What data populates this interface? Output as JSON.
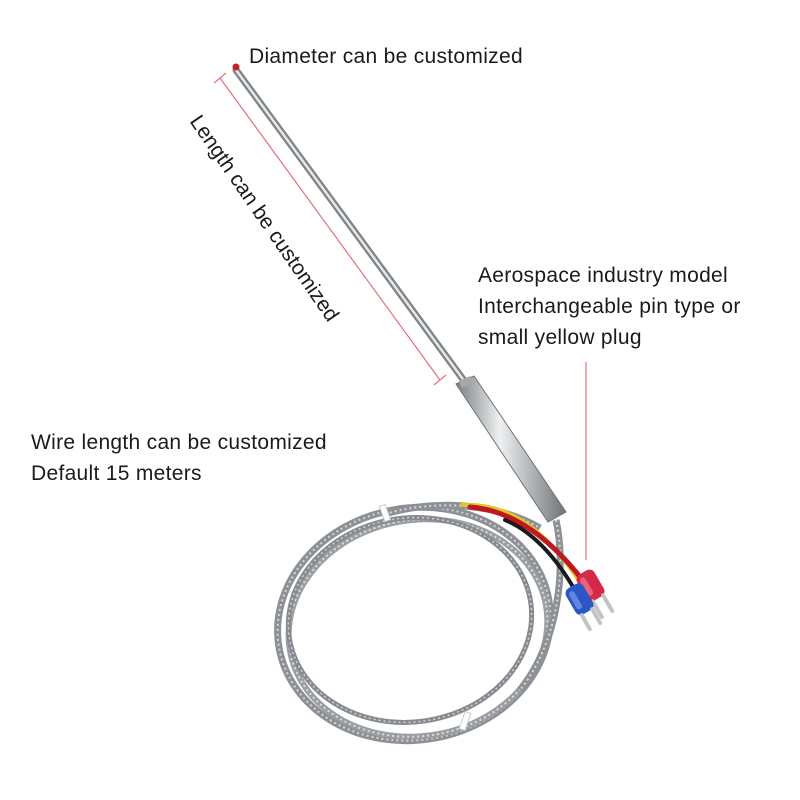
{
  "annotations": {
    "diameter": "Diameter can be customized",
    "length": "Length can be customized",
    "aerospace": [
      "Aerospace industry model",
      "Interchangeable pin type or",
      "small yellow plug"
    ],
    "wire": [
      "Wire length can be customized",
      "Default 15 meters"
    ]
  },
  "colors": {
    "annotation_line": "#e4707a",
    "marker_dot": "#c81e28",
    "probe_metal": "#b9bdc0",
    "cable_braid": "#9a9ea1",
    "wire_red": "#c01822",
    "wire_yellow": "#e2c81a",
    "wire_black": "#1b1b1b",
    "terminal_red": "#d8284a",
    "terminal_blue": "#2b56c8"
  }
}
